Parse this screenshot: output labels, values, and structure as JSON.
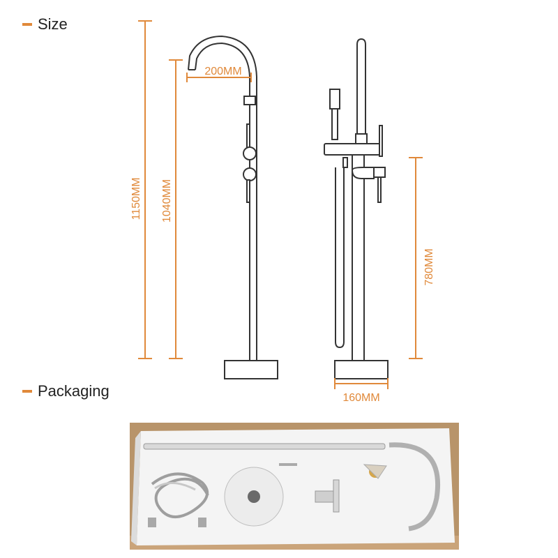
{
  "headings": {
    "size": "Size",
    "packaging": "Packaging"
  },
  "dimensions": {
    "total_height": "1150MM",
    "spout_height": "1040MM",
    "spout_reach": "200MM",
    "base_diameter": "160MM",
    "holder_height": "780MM"
  },
  "colors": {
    "accent": "#e0893a",
    "line": "#333333",
    "cardboard": "#b8946a",
    "foam": "#f4f4f4"
  }
}
